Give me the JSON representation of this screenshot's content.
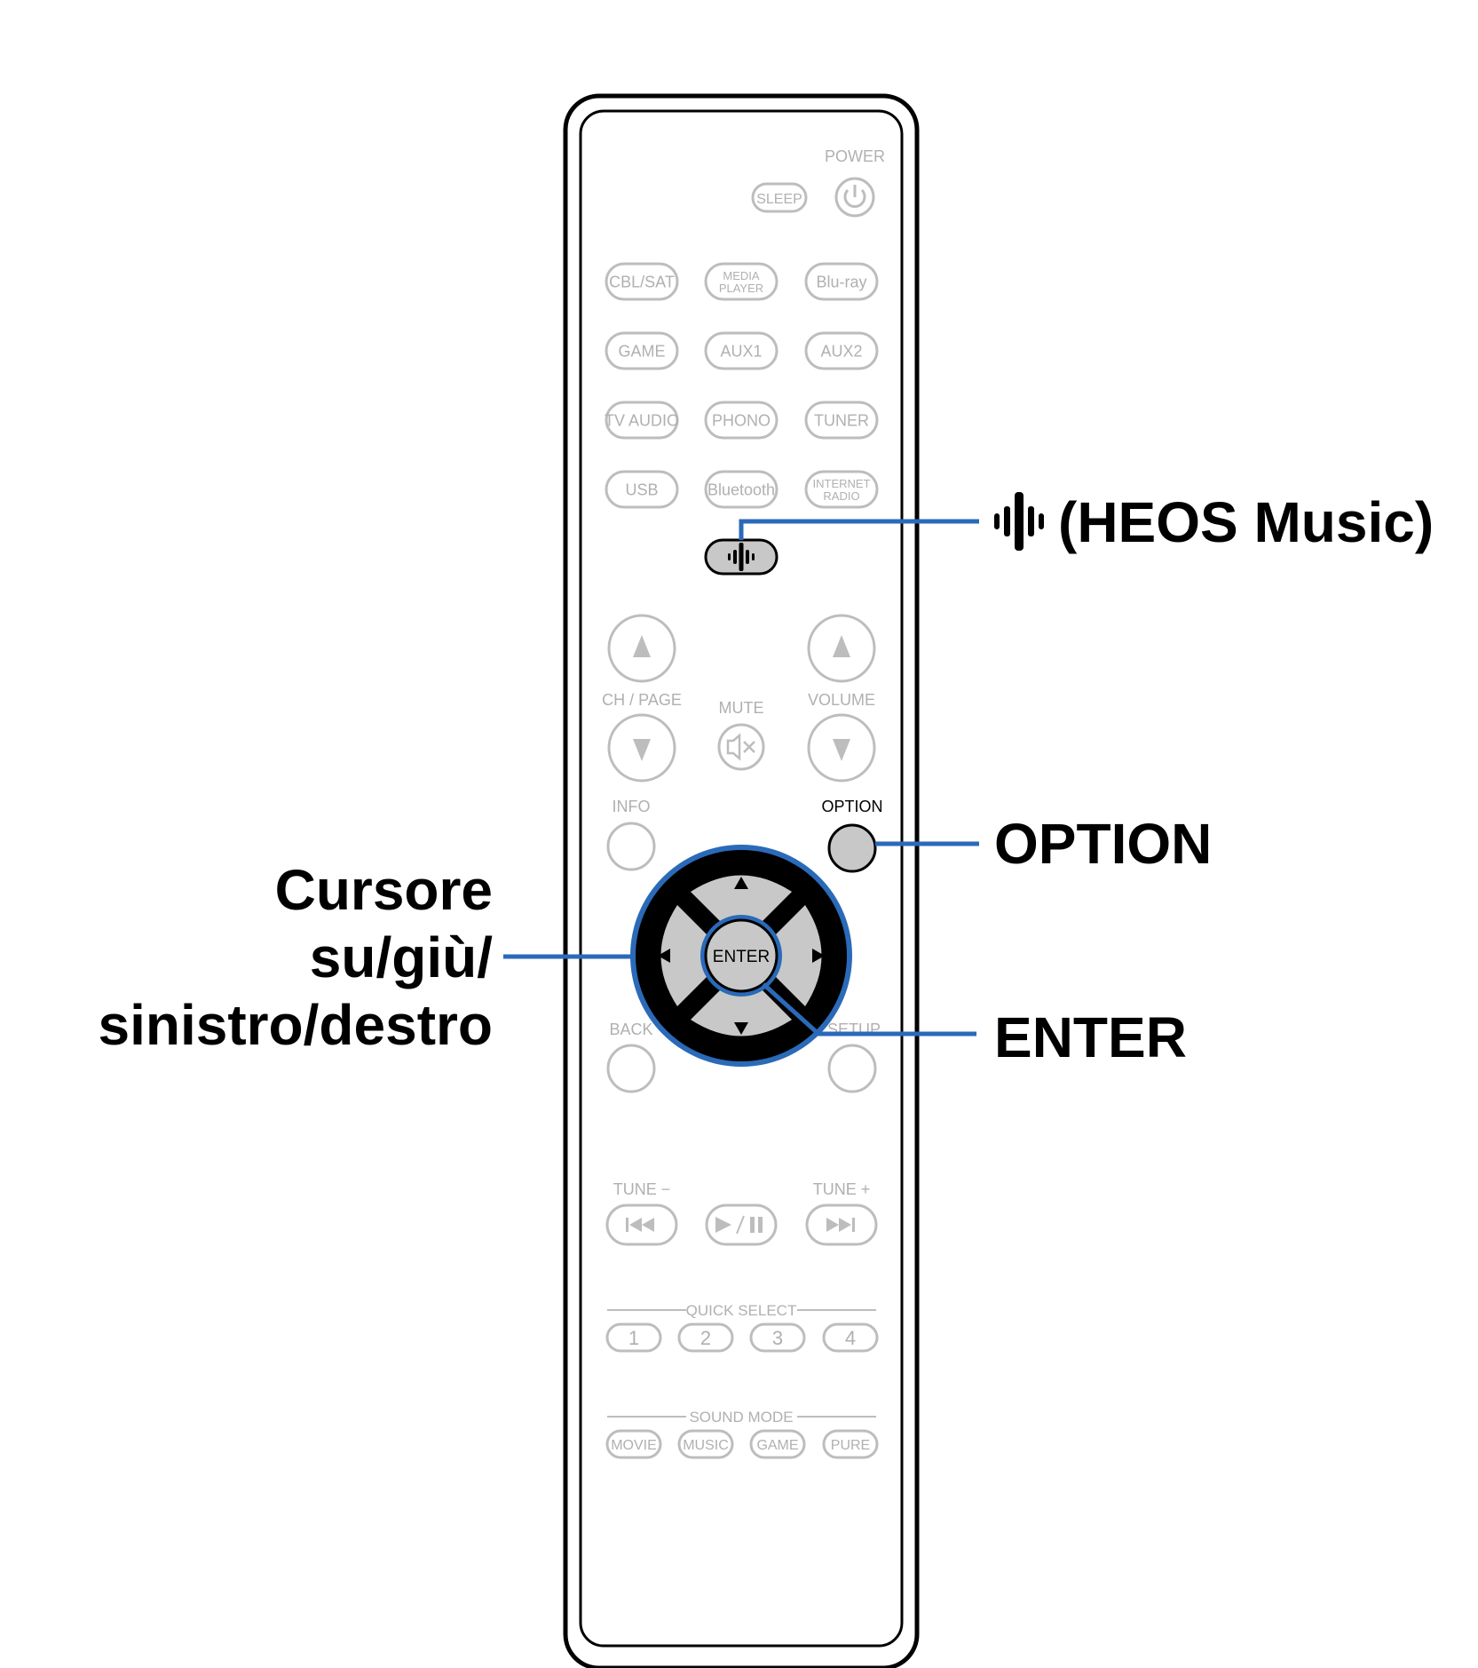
{
  "remote": {
    "power_label": "POWER",
    "sleep_label": "SLEEP",
    "sources": [
      [
        "CBL/SAT",
        "MEDIA\nPLAYER",
        "Blu-ray"
      ],
      [
        "GAME",
        "AUX1",
        "AUX2"
      ],
      [
        "TV AUDIO",
        "PHONO",
        "TUNER"
      ],
      [
        "USB",
        "Bluetooth",
        "INTERNET\nRADIO"
      ]
    ],
    "ch_page_label": "CH / PAGE",
    "mute_label": "MUTE",
    "volume_label": "VOLUME",
    "info_label": "INFO",
    "option_label": "OPTION",
    "enter_label": "ENTER",
    "back_label": "BACK",
    "setup_label": "SETUP",
    "tune_minus_label": "TUNE −",
    "tune_plus_label": "TUNE +",
    "quick_select_label": "QUICK SELECT",
    "quick_select_buttons": [
      "1",
      "2",
      "3",
      "4"
    ],
    "sound_mode_label": "SOUND MODE",
    "sound_mode_buttons": [
      "MOVIE",
      "MUSIC",
      "GAME",
      "PURE"
    ]
  },
  "callouts": {
    "heos": "(HEOS Music)",
    "option": "OPTION",
    "enter": "ENTER",
    "cursor": [
      "Cursore",
      "su/giù/",
      "sinistro/destro"
    ]
  },
  "colors": {
    "highlight_blue": "#2a6ab8",
    "highlight_gray": "#c8c8c8",
    "dim_gray": "#b0b0b0"
  }
}
